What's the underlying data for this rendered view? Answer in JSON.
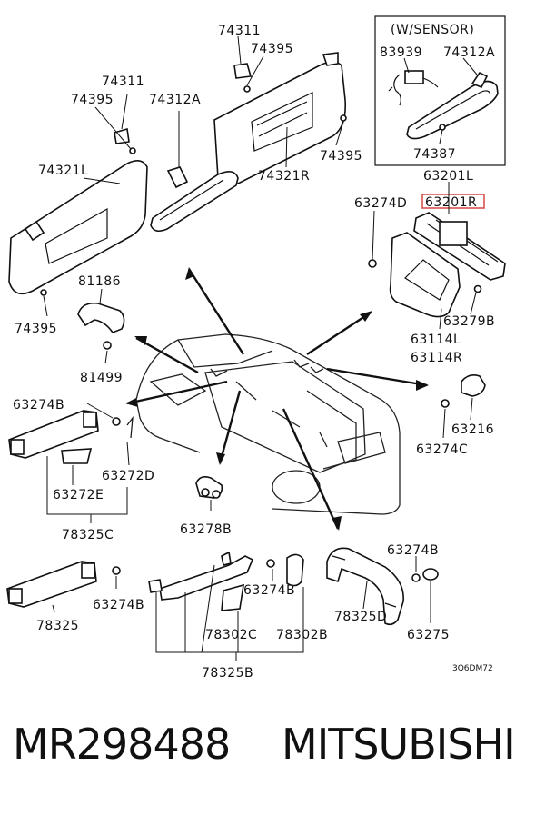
{
  "diagram": {
    "sensor_box_title": "(W/SENSOR)",
    "drawing_code": "3Q6DM72",
    "highlight_color": "#d9534f",
    "labels": {
      "l74311a": "74311",
      "l74395a": "74395",
      "l74311b": "74311",
      "l74395b": "74395",
      "l74312a_a": "74312A",
      "l74321l": "74321L",
      "l74321r": "74321R",
      "l74395c": "74395",
      "l74395d": "74395",
      "l83939": "83939",
      "l74312a_b": "74312A",
      "l74387": "74387",
      "l63201l": "63201L",
      "l63201r": "63201R",
      "l63274d": "63274D",
      "l63279b": "63279B",
      "l63114l": "63114L",
      "l63114r": "63114R",
      "l81186": "81186",
      "l81499": "81499",
      "l63274b_a": "63274B",
      "l63272d": "63272D",
      "l63272e": "63272E",
      "l78325c": "78325C",
      "l63278b": "63278B",
      "l63216": "63216",
      "l63274c": "63274C",
      "l78325": "78325",
      "l63274b_b": "63274B",
      "l63274b_c": "63274B",
      "l78302c": "78302C",
      "l78302b": "78302B",
      "l78325b": "78325B",
      "l78325d": "78325D",
      "l63274b_d": "63274B",
      "l63275": "63275"
    }
  },
  "footer": {
    "part_number": "MR298488",
    "brand": "MITSUBISHI"
  }
}
